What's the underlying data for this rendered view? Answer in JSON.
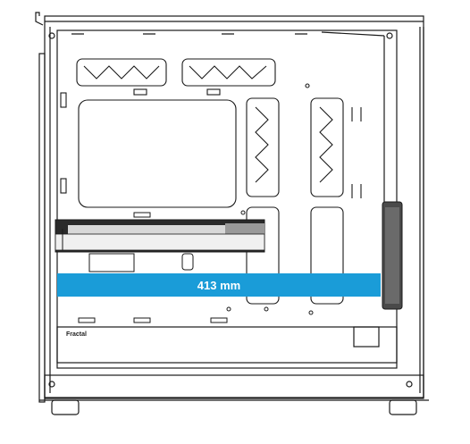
{
  "figure": {
    "description_type": "case-side-diagram",
    "measurement": {
      "label": "413 mm",
      "value": 413,
      "unit": "mm",
      "bar_color": "#1a9cd8"
    },
    "brand": {
      "text": "Fractal"
    },
    "colors": {
      "line": "#1a1a1a",
      "background": "#ffffff",
      "gpu_body": "#d8d8d8",
      "gpu_dark": "#2a2a2a"
    }
  }
}
